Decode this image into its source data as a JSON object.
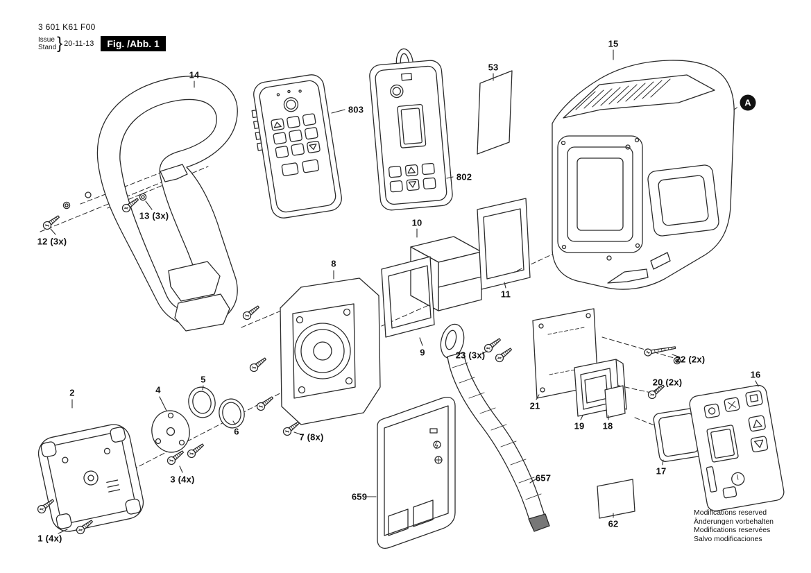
{
  "header": {
    "part_number": "3 601 K61 F00",
    "issue_label": "Issue",
    "stand_label": "Stand",
    "brace": "}",
    "date": "20-11-13",
    "figure_label": "Fig. /Abb. 1"
  },
  "marker": {
    "label": "A"
  },
  "callouts": [
    {
      "id": "1",
      "label": "1 (4x)"
    },
    {
      "id": "2",
      "label": "2"
    },
    {
      "id": "3",
      "label": "3 (4x)"
    },
    {
      "id": "4",
      "label": "4"
    },
    {
      "id": "5",
      "label": "5"
    },
    {
      "id": "6",
      "label": "6"
    },
    {
      "id": "7",
      "label": "7 (8x)"
    },
    {
      "id": "8",
      "label": "8"
    },
    {
      "id": "9",
      "label": "9"
    },
    {
      "id": "10",
      "label": "10"
    },
    {
      "id": "11",
      "label": "11"
    },
    {
      "id": "12",
      "label": "12 (3x)"
    },
    {
      "id": "13",
      "label": "13 (3x)"
    },
    {
      "id": "14",
      "label": "14"
    },
    {
      "id": "15",
      "label": "15"
    },
    {
      "id": "16",
      "label": "16"
    },
    {
      "id": "17",
      "label": "17"
    },
    {
      "id": "18",
      "label": "18"
    },
    {
      "id": "19",
      "label": "19"
    },
    {
      "id": "20",
      "label": "20 (2x)"
    },
    {
      "id": "21",
      "label": "21"
    },
    {
      "id": "22",
      "label": "22 (2x)"
    },
    {
      "id": "23",
      "label": "23 (3x)"
    },
    {
      "id": "53",
      "label": "53"
    },
    {
      "id": "62",
      "label": "62"
    },
    {
      "id": "657",
      "label": "657"
    },
    {
      "id": "659",
      "label": "659"
    },
    {
      "id": "802",
      "label": "802"
    },
    {
      "id": "803",
      "label": "803"
    }
  ],
  "footer": {
    "lines": [
      "Modifications reserved",
      "Änderungen vorbehalten",
      "Modifications reservées",
      "Salvo modificaciones"
    ]
  }
}
